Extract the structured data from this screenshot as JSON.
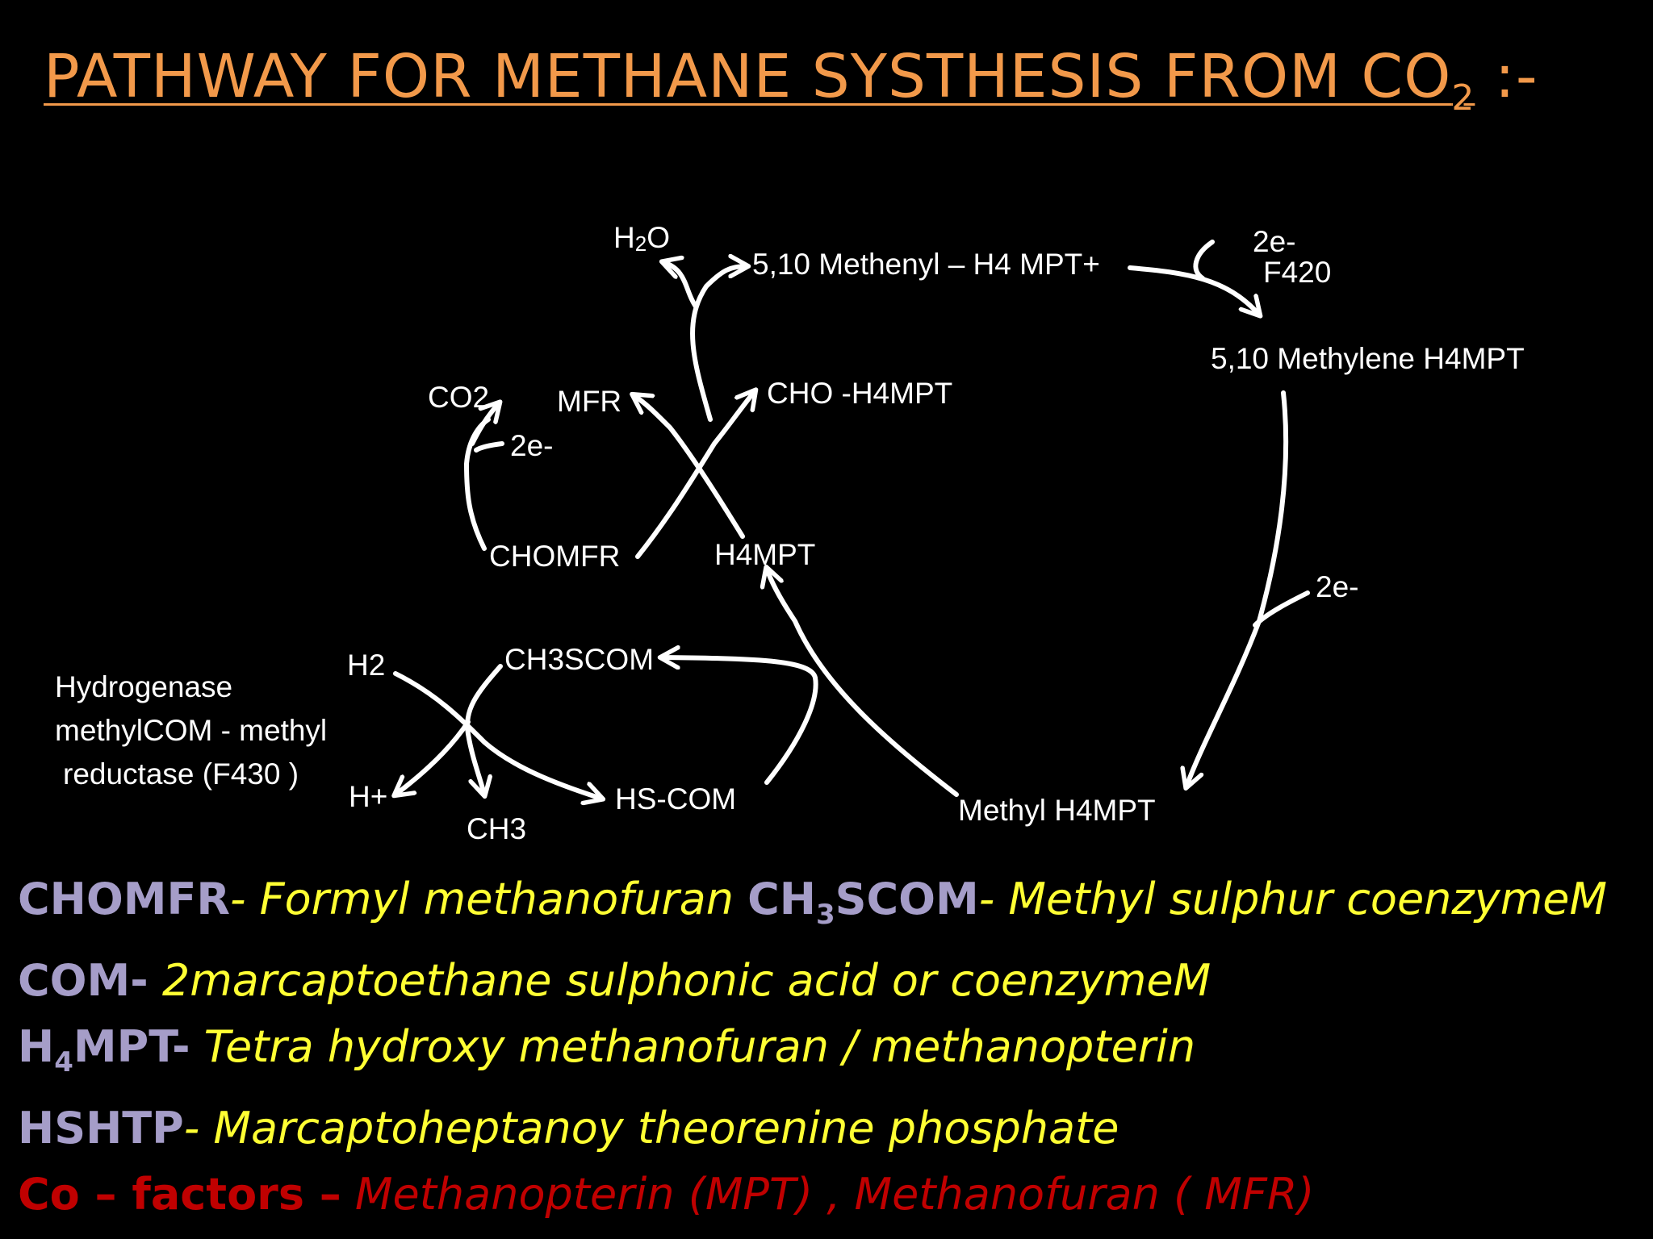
{
  "title": {
    "text": "PATHWAY FOR  METHANE SYSTHESIS FROM CO",
    "sub": "2",
    "suffix": " :-"
  },
  "diagram": {
    "nodes": {
      "h2o": "H2O",
      "methenyl": "5,10 Methenyl – H4 MPT+",
      "e2_top": "2e-",
      "f420": "F420",
      "methylene": "5,10 Methylene H4MPT",
      "co2": "CO2",
      "mfr": "MFR",
      "cho_h4mpt": "CHO -H4MPT",
      "e2_left": "2e-",
      "chomfr": "CHOMFR",
      "h4mpt": "H4MPT",
      "e2_right": "2e-",
      "ch3scom": "CH3SCOM",
      "h2": "H2",
      "enzyme_1": "Hydrogenase",
      "enzyme_2": "methylCOM - methyl",
      "enzyme_3": "reductase (F430 )",
      "hplus": "H+",
      "ch3": "CH3",
      "hscom": "HS-COM",
      "methyl_h4mpt": "Methyl H4MPT"
    }
  },
  "legend": {
    "row1": {
      "t1": "CHOMFR",
      "d1": "- Formyl methanofuran ",
      "t2a": "CH",
      "t2sub": "3",
      "t2b": "SCOM",
      "d2": "- Methyl sulphur coenzymeM"
    },
    "row2": {
      "t": "COM-",
      "d": " 2marcaptoethane sulphonic acid or coenzymeM"
    },
    "row3": {
      "ta": "H",
      "tsub": "4",
      "tb": "MPT-",
      "d": " Tetra hydroxy methanofuran / methanopterin"
    },
    "row4": {
      "t": "HSHTP",
      "d": "- Marcaptoheptanoy theorenine phosphate"
    },
    "row5": {
      "t": "Co – factors –",
      "d": " Methanopterin (MPT) , Methanofuran ( MFR)"
    }
  },
  "colors": {
    "title": "#f2994a",
    "term": "#a59dc8",
    "definition": "#ffff33",
    "cofactor": "#c00000"
  }
}
